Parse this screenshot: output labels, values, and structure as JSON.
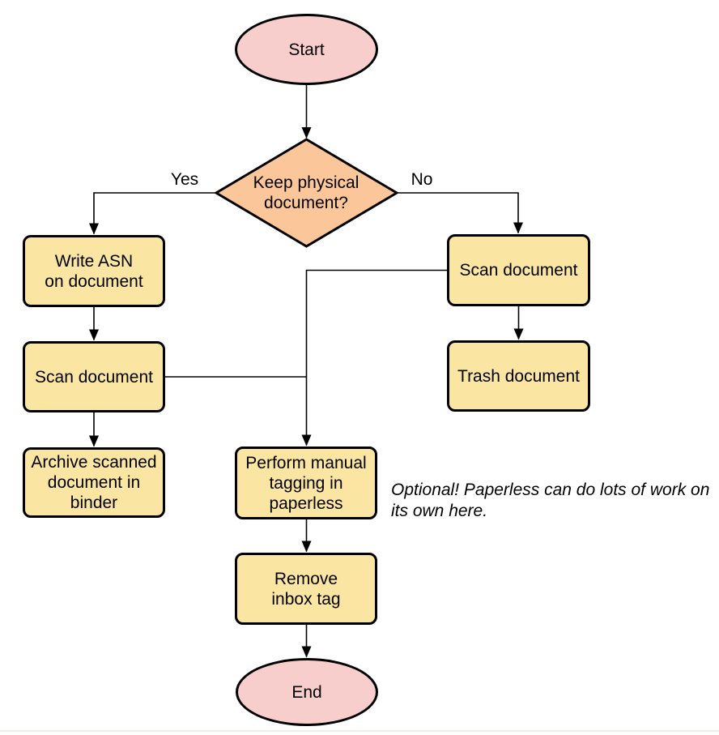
{
  "nodes": {
    "start": {
      "label": "Start",
      "type": "terminator"
    },
    "decision": {
      "label": "Keep physical\ndocument?",
      "type": "decision"
    },
    "write_asn": {
      "label": "Write ASN\non document",
      "type": "process"
    },
    "scan_left": {
      "label": "Scan document",
      "type": "process"
    },
    "archive": {
      "label": "Archive scanned\ndocument in\nbinder",
      "type": "process"
    },
    "scan_right": {
      "label": "Scan document",
      "type": "process"
    },
    "trash": {
      "label": "Trash document",
      "type": "process"
    },
    "perform_tagging": {
      "label": "Perform manual\ntagging in\npaperless",
      "type": "process"
    },
    "remove_inbox_tag": {
      "label": "Remove\ninbox tag",
      "type": "process"
    },
    "end": {
      "label": "End",
      "type": "terminator"
    }
  },
  "edges": {
    "yes_label": "Yes",
    "no_label": "No"
  },
  "annotation": {
    "text": "Optional! Paperless can do lots of work on\nits own here."
  },
  "colors": {
    "terminator_fill": "#f8cecc",
    "decision_fill": "#fbc79a",
    "process_fill": "#fbe5a2",
    "stroke": "#000000"
  }
}
